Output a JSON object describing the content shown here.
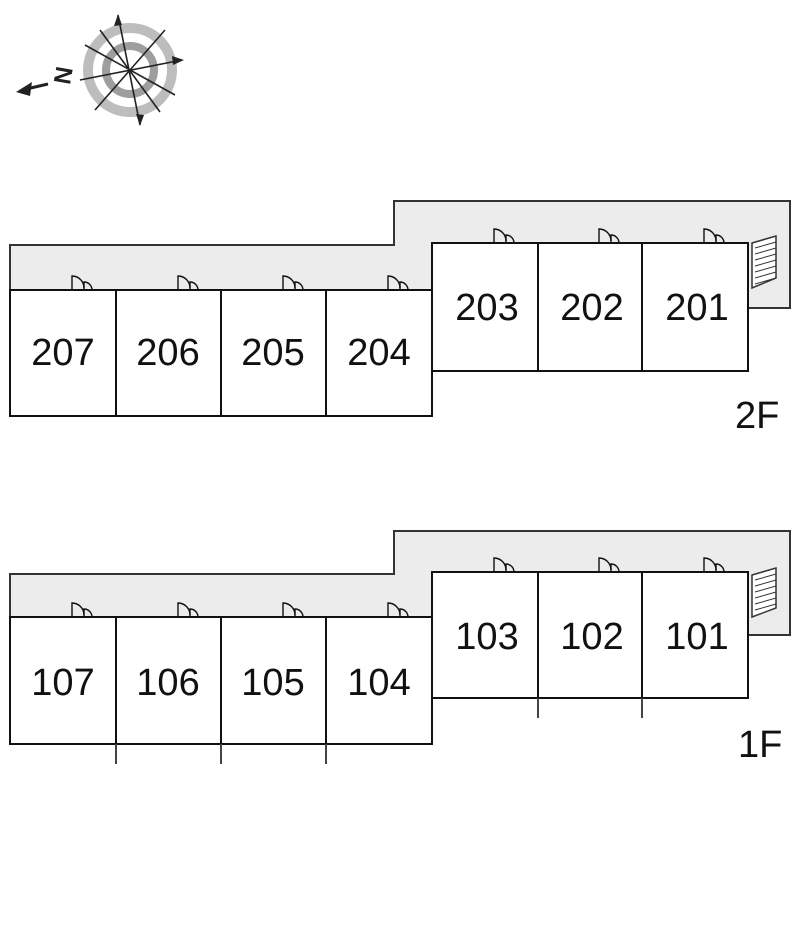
{
  "compass": {
    "north_letter": "N",
    "icon": "compass-icon"
  },
  "floors": [
    {
      "label": "2F",
      "rooms_lower": [
        "207",
        "206",
        "205",
        "204"
      ],
      "rooms_upper": [
        "203",
        "202",
        "201"
      ]
    },
    {
      "label": "1F",
      "rooms_lower": [
        "107",
        "106",
        "105",
        "104"
      ],
      "rooms_upper": [
        "103",
        "102",
        "101"
      ]
    }
  ]
}
